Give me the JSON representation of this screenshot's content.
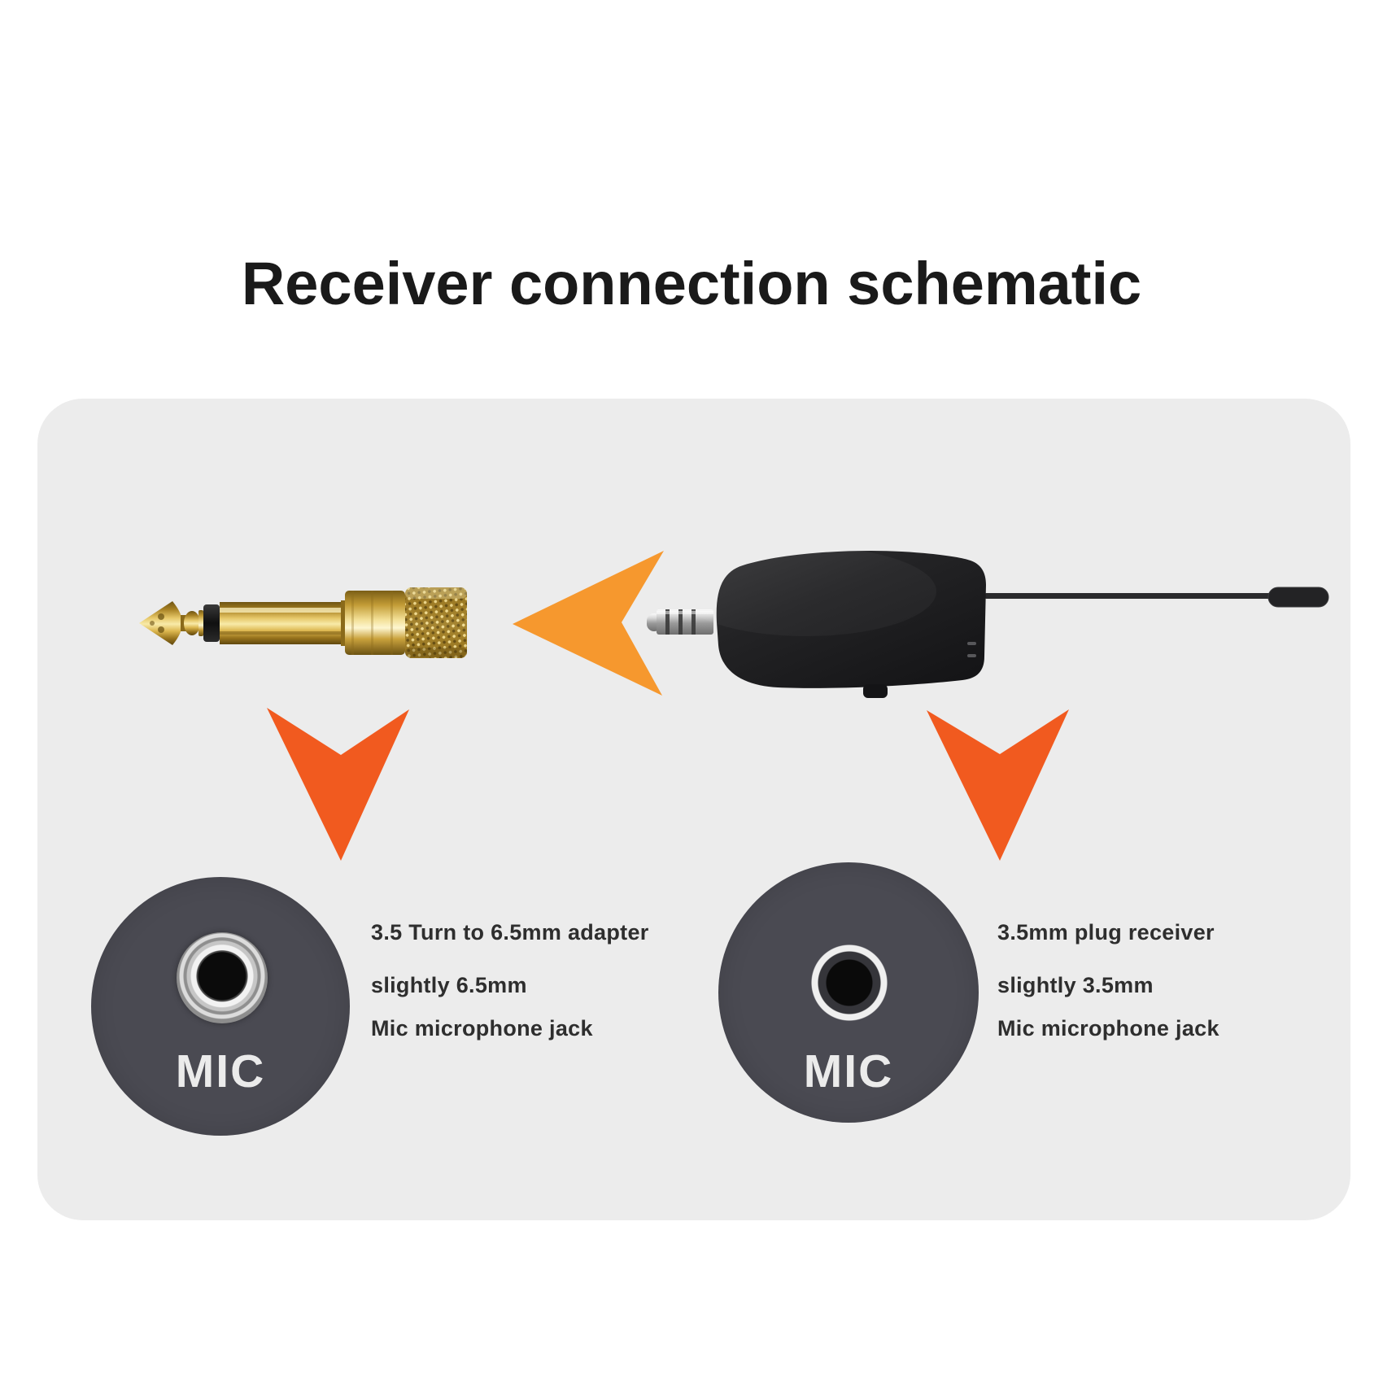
{
  "title": "Receiver connection schematic",
  "colors": {
    "page_bg": "#ffffff",
    "panel_bg": "#ececec",
    "title_text": "#1a1a1a",
    "body_text": "#2e2e2e",
    "port_circle": "#4a4a52",
    "mic_text": "#ebebeb",
    "arrow_orange": "#f6982e",
    "arrow_red_orange": "#f15a1f",
    "gold": "#c9a23f",
    "device_black": "#1e1e20"
  },
  "icons": {
    "adapter": "gold-6.5mm-adapter-icon",
    "receiver": "wireless-receiver-icon",
    "arrow_left": "arrow-left-icon",
    "arrow_down_left": "arrow-down-icon",
    "arrow_down_right": "arrow-down-icon",
    "left_port": "mic-jack-port-icon",
    "right_port": "mic-jack-port-icon"
  },
  "panel": {
    "left_port_label": "MIC",
    "right_port_label": "MIC",
    "left_caption": {
      "lines": [
        "3.5 Turn to 6.5mm adapter",
        "slightly 6.5mm",
        "Mic microphone jack"
      ]
    },
    "right_caption": {
      "lines": [
        "3.5mm plug receiver",
        "slightly 3.5mm",
        "Mic microphone jack"
      ]
    }
  }
}
